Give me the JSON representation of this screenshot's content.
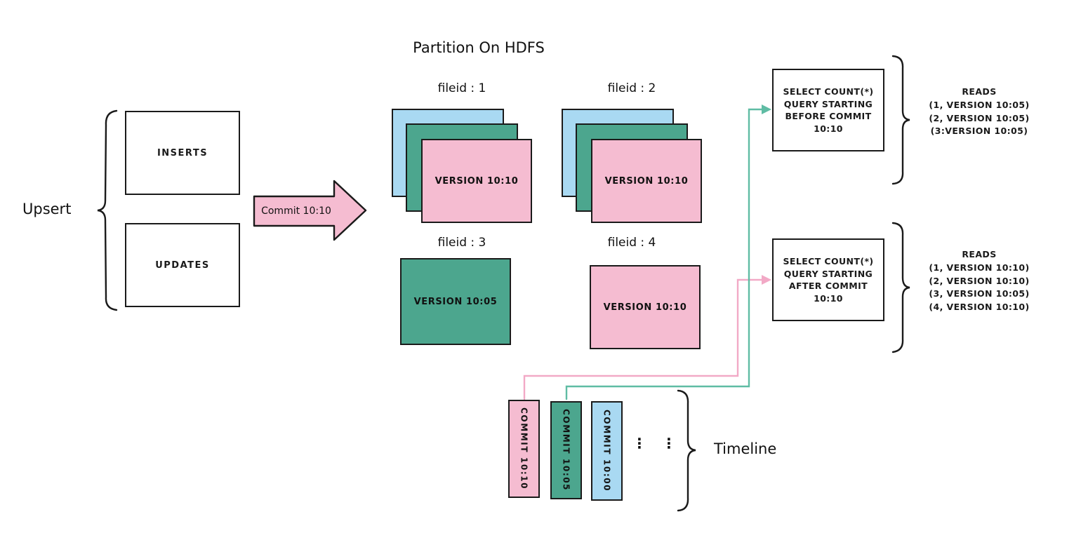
{
  "title": "Partition On HDFS",
  "upsert": {
    "label": "Upsert",
    "inserts": "INSERTS",
    "updates": "UPDATES"
  },
  "commit_arrow": {
    "label": "Commit 10:10"
  },
  "partitions": {
    "file1": {
      "label": "fileid : 1",
      "version": "VERSION 10:10"
    },
    "file2": {
      "label": "fileid : 2",
      "version": "VERSION 10:10"
    },
    "file3": {
      "label": "fileid : 3",
      "version": "VERSION 10:05"
    },
    "file4": {
      "label": "fileid : 4",
      "version": "VERSION 10:10"
    }
  },
  "query_before": {
    "line1": "SELECT COUNT(*)",
    "line2": "QUERY STARTING",
    "emphasis": "BEFORE",
    "line3_rest": "COMMIT",
    "line4": "10:10",
    "reads_title": "READS",
    "reads": [
      "(1, VERSION 10:05)",
      "(2, VERSION 10:05)",
      "(3:VERSION 10:05)"
    ]
  },
  "query_after": {
    "line1": "SELECT COUNT(*)",
    "line2": "QUERY STARTING",
    "emphasis": "AFTER",
    "line3_rest": "COMMIT",
    "line4": "10:10",
    "reads_title": "READS",
    "reads": [
      "(1, VERSION 10:10)",
      "(2, VERSION 10:10)",
      "(3, VERSION 10:05)",
      "(4, VERSION 10:10)"
    ]
  },
  "timeline": {
    "label": "Timeline",
    "commits": [
      {
        "label": "COMMIT 10:10",
        "color": "#F5BCD1"
      },
      {
        "label": "COMMIT 10:05",
        "color": "#4CA68E"
      },
      {
        "label": "COMMIT 10:00",
        "color": "#A9D9F2"
      }
    ],
    "ellipsis_1": "⋮",
    "ellipsis_2": "⋮"
  },
  "colors": {
    "pink": "#F5BCD1",
    "green": "#4CA68E",
    "blue": "#A9D9F2",
    "pink_arrow_line": "#F2A9C6",
    "teal_arrow_line": "#5FBCA4",
    "ink": "#1A1A1A"
  }
}
